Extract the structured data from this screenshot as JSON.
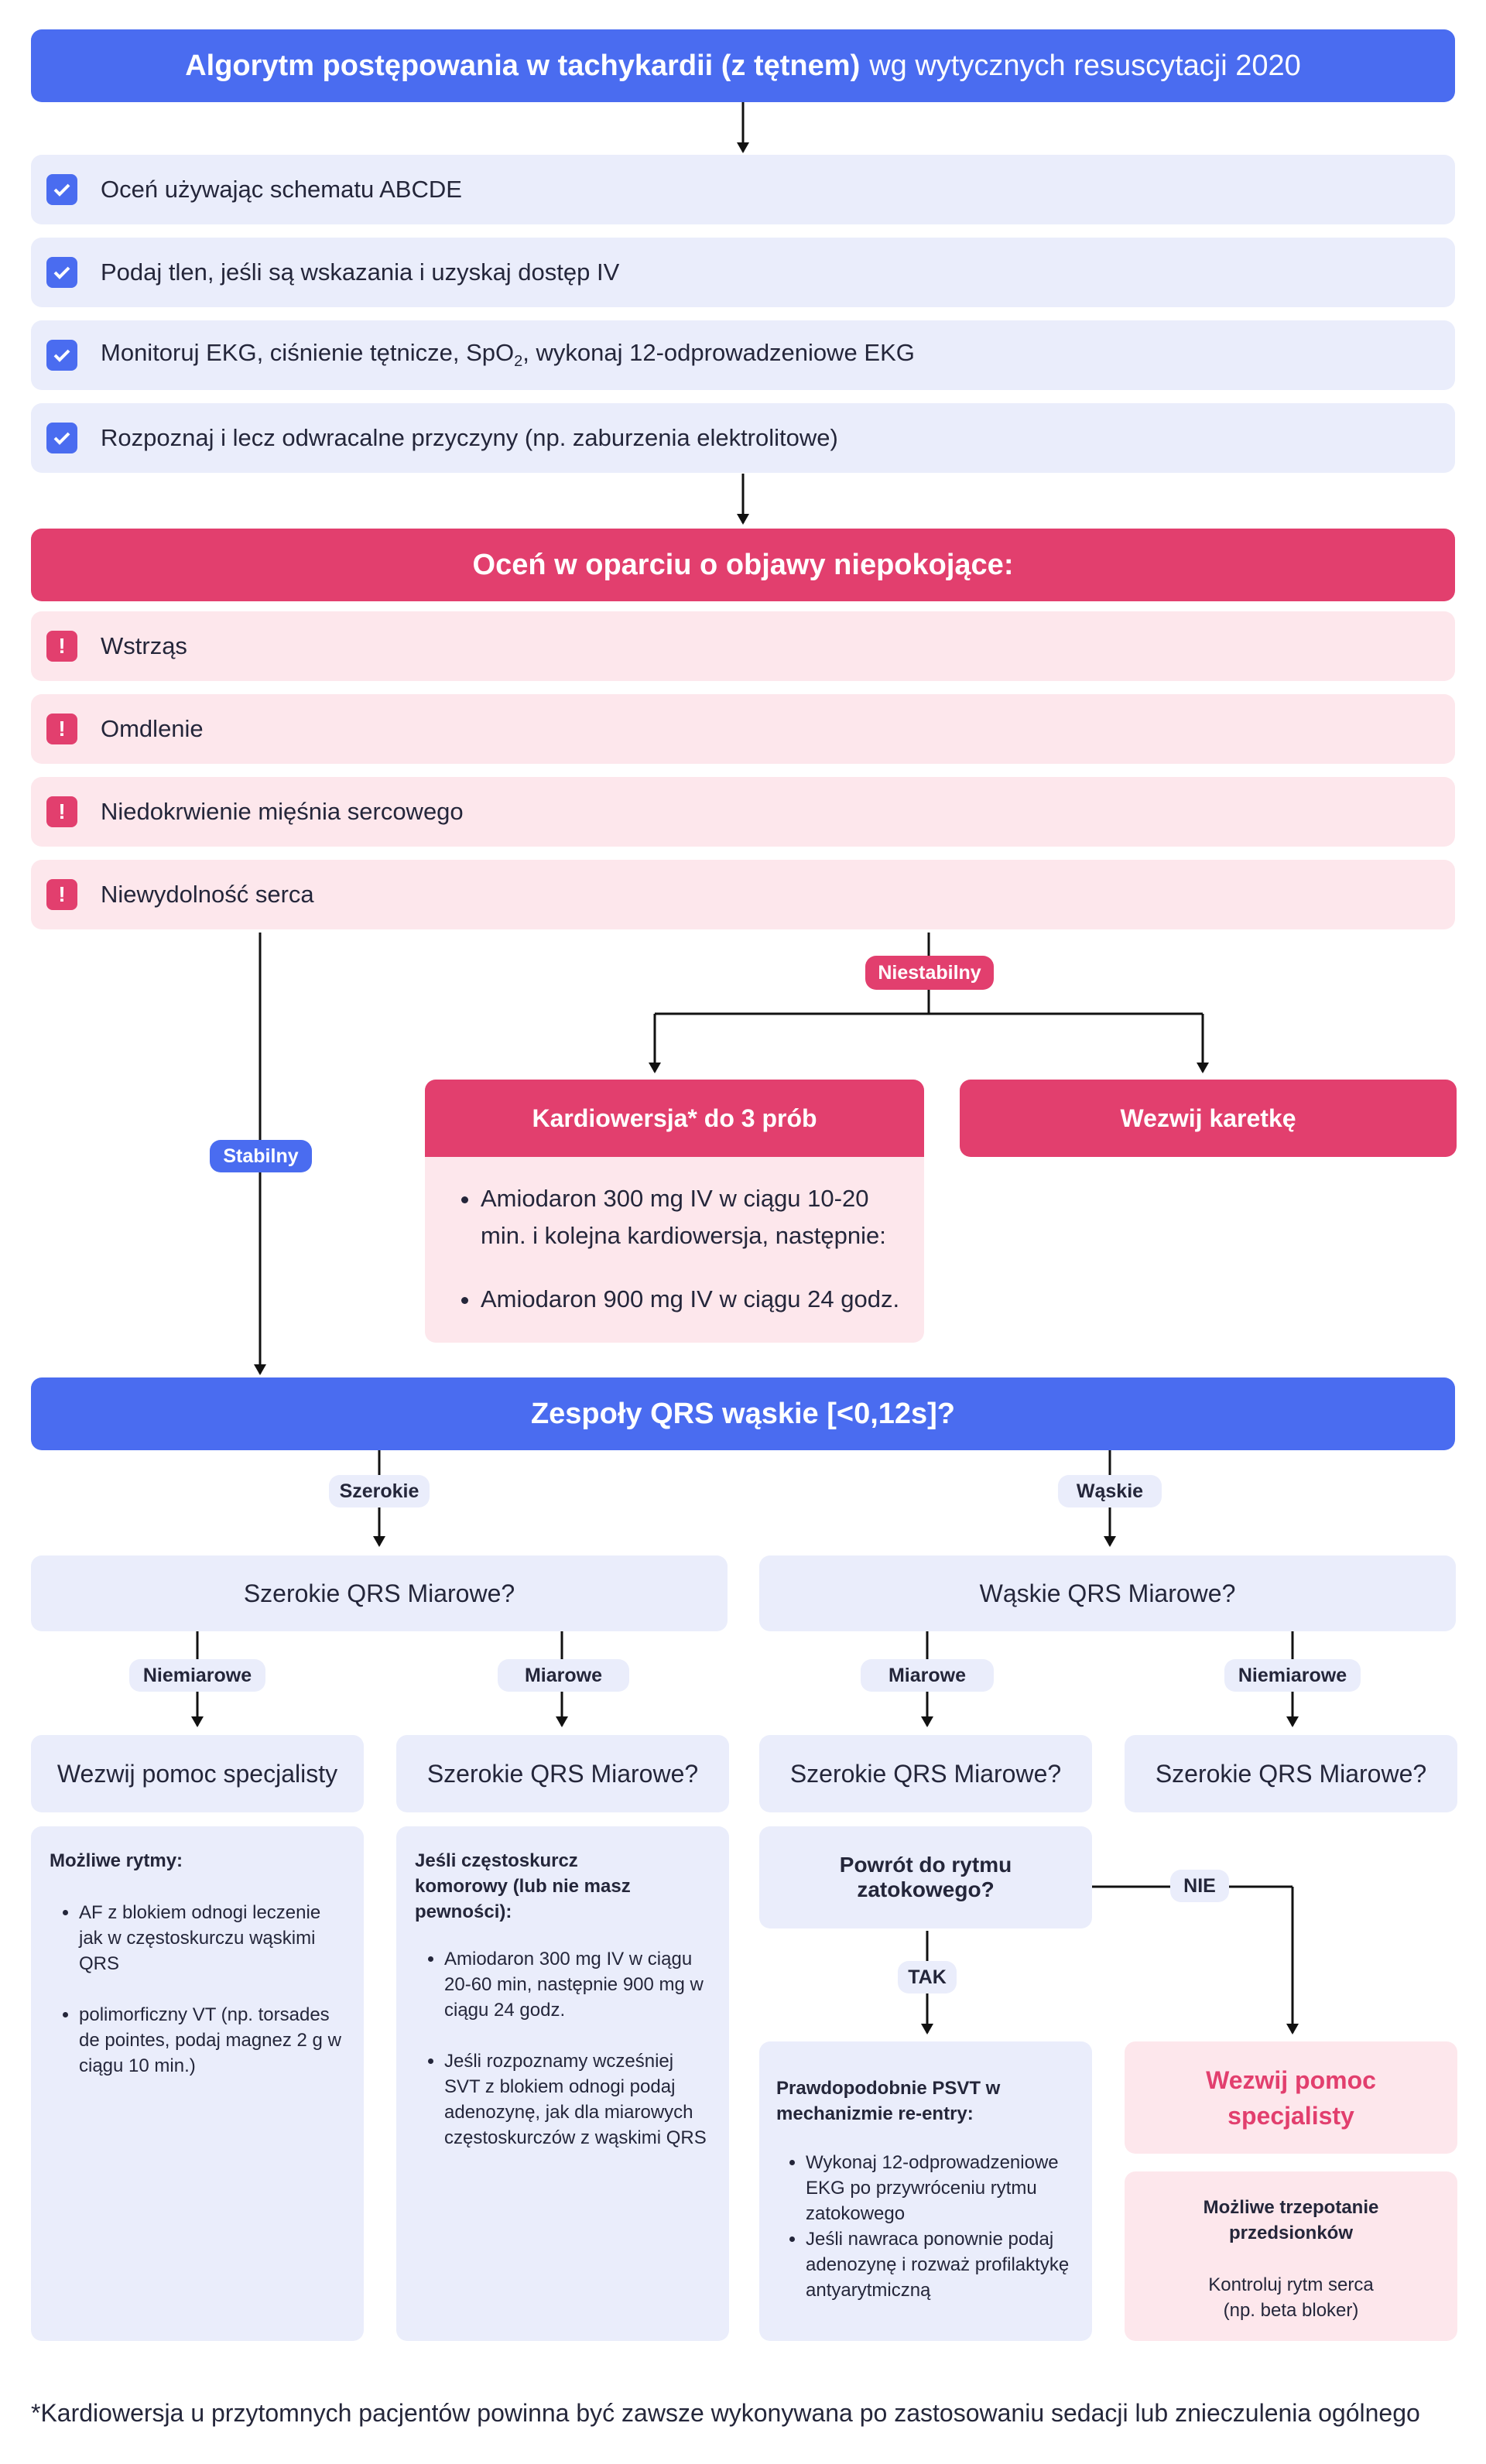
{
  "title": {
    "bold": "Algorytm postępowania w tachykardii (z tętnem)",
    "rest": "wg wytycznych resuscytacji 2020"
  },
  "checklist": [
    "Oceń używając schematu ABCDE",
    "Podaj tlen, jeśli są wskazania i uzyskaj dostęp IV",
    "Monitoruj EKG, ciśnienie tętnicze, SpO",
    "Rozpoznaj i lecz odwracalne przyczyny (np. zaburzenia elektrolitowe)"
  ],
  "checklist_item3": {
    "before": "Monitoruj EKG, ciśnienie tętnicze, SpO",
    "sub": "2",
    "after": ", wykonaj 12-odprowadzeniowe EKG"
  },
  "warning_header": "Oceń w oparciu o objawy niepokojące:",
  "warnings": [
    "Wstrząs",
    "Omdlenie",
    "Niedokrwienie mięśnia sercowego",
    "Niewydolność serca"
  ],
  "labels": {
    "unstable": "Niestabilny",
    "stable": "Stabilny",
    "wide": "Szerokie",
    "narrow": "Wąskie",
    "irregular_left": "Niemiarowe",
    "regular_left": "Miarowe",
    "regular_right": "Miarowe",
    "irregular_right": "Niemiarowe",
    "no": "NIE",
    "yes": "TAK"
  },
  "cardioversion": {
    "header": "Kardiowersja* do 3 prób",
    "items": [
      "Amiodaron 300 mg IV w ciągu 10-20 min. i kolejna kardiowersja, następnie:",
      "Amiodaron 900 mg IV w ciągu 24 godz."
    ]
  },
  "ambulance": "Wezwij karetkę",
  "qrs_header": "Zespoły QRS wąskie [<0,12s]?",
  "wide_question": "Szerokie QRS Miarowe?",
  "narrow_question": "Wąskie QRS Miarowe?",
  "col1": {
    "title": "Wezwij pomoc specjalisty",
    "heading": "Możliwe rytmy:",
    "items": [
      "AF z blokiem odnogi  leczenie jak w częstoskurczu wąskimi QRS",
      "polimorficzny VT (np. torsades de pointes, podaj magnez 2 g w ciągu 10 min.)"
    ]
  },
  "col2": {
    "title": "Szerokie QRS Miarowe?",
    "heading": "Jeśli częstoskurcz komorowy (lub nie masz pewności):",
    "items": [
      "Amiodaron 300 mg IV w ciągu 20-60 min, następnie 900 mg w ciągu 24 godz.",
      "Jeśli rozpoznamy  wcześniej SVT z blokiem odnogi podaj adenozynę, jak dla miarowych częstoskurczów z wąskimi QRS"
    ]
  },
  "col3": {
    "title": "Szerokie QRS Miarowe?",
    "question": "Powrót do rytmu zatokowego?",
    "result_heading": "Prawdopodobnie PSVT w mechanizmie re-entry:",
    "items": [
      "Wykonaj 12-odprowadzeniowe EKG po przywróceniu rytmu zatokowego",
      "Jeśli nawraca ponownie  podaj adenozynę i rozważ profilaktykę antyarytmiczną"
    ]
  },
  "col4": {
    "title": "Szerokie QRS Miarowe?",
    "call": "Wezwij pomoc specjalisty",
    "heading": "Możliwe trzepotanie przedsionków",
    "text": "Kontroluj rytm serca (np. beta bloker)"
  },
  "footnote": "*Kardiowersja u przytomnych pacjentów powinna być zawsze wykonywana po zastosowaniu sedacji lub znieczulenia ogólnego",
  "colors": {
    "blue": "#4a6cf0",
    "red": "#e23f6e",
    "lavender": "#eaedfb",
    "pink": "#fde7ec"
  }
}
